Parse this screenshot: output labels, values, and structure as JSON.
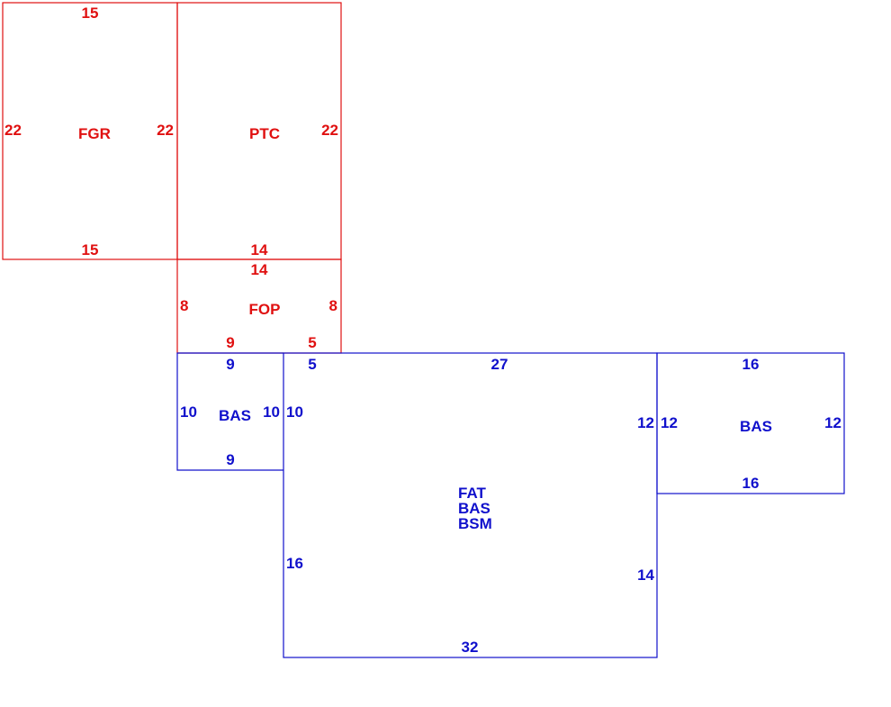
{
  "colors": {
    "exterior": "#e01010",
    "living": "#1010cc",
    "background": "#ffffff"
  },
  "areas": {
    "fgr": {
      "label": "FGR",
      "dims": {
        "top": "15",
        "bottom": "15",
        "left": "22",
        "right": "22"
      }
    },
    "ptc": {
      "label": "PTC",
      "dims": {
        "right": "22",
        "bottom": "14"
      }
    },
    "fop": {
      "label": "FOP",
      "dims": {
        "top": "14",
        "left": "8",
        "right": "8",
        "bottom_left": "9",
        "bottom_right": "5"
      }
    },
    "bas_small": {
      "label": "BAS",
      "dims": {
        "top": "9",
        "left": "10",
        "right": "10",
        "bottom": "9"
      }
    },
    "main": {
      "labels": [
        "FAT",
        "BAS",
        "BSM"
      ],
      "dims": {
        "top_left": "5",
        "top": "27",
        "left_upper": "10",
        "left_lower": "16",
        "right_upper": "12",
        "right_lower": "14",
        "bottom": "32"
      }
    },
    "bas_right": {
      "label": "BAS",
      "dims": {
        "top": "16",
        "left": "12",
        "right": "12",
        "bottom": "16"
      }
    }
  }
}
